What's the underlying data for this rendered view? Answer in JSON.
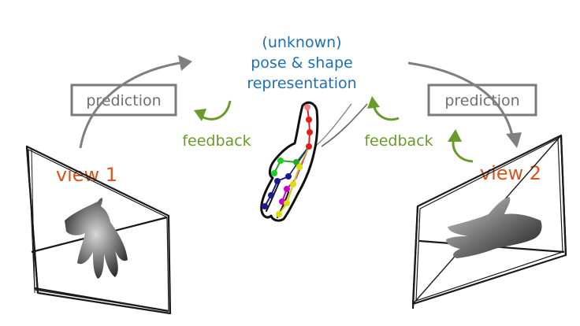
{
  "center_label": {
    "line1": "(unknown)",
    "line2": "pose & shape",
    "line3": "representation"
  },
  "left": {
    "prediction": "prediction",
    "feedback": "feedback",
    "view": "view 1"
  },
  "right": {
    "prediction": "prediction",
    "feedback": "feedback",
    "view": "view 2"
  },
  "colors": {
    "blue_text": "#1f6fb2",
    "green": "#6a9a2a",
    "orange": "#d9551f",
    "gray": "#808080",
    "sketch": "#222222"
  }
}
